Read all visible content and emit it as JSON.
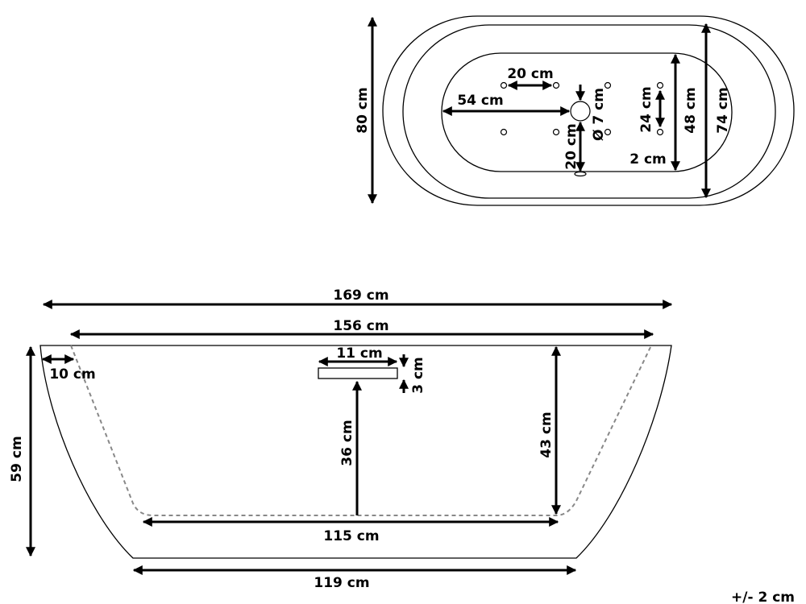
{
  "top_view": {
    "width_outer": "80 cm",
    "width_inner_rim": "74 cm",
    "width_basin": "48 cm",
    "drain_from_end": "54 cm",
    "hole_spacing_horizontal": "20 cm",
    "drain_diameter": "Ø 7 cm",
    "drain_to_edge": "20 cm",
    "hole_spacing_vertical": "24 cm",
    "hole_offset": "2 cm"
  },
  "side_view": {
    "length_outer": "169 cm",
    "length_rim": "156 cm",
    "rim_offset": "10 cm",
    "overflow_width": "11 cm",
    "overflow_height": "3 cm",
    "overflow_height_from_bottom": "36 cm",
    "inner_depth": "43 cm",
    "height": "59 cm",
    "inner_bottom_length": "115 cm",
    "base_length": "119 cm"
  },
  "tolerance": "+/- 2 cm"
}
